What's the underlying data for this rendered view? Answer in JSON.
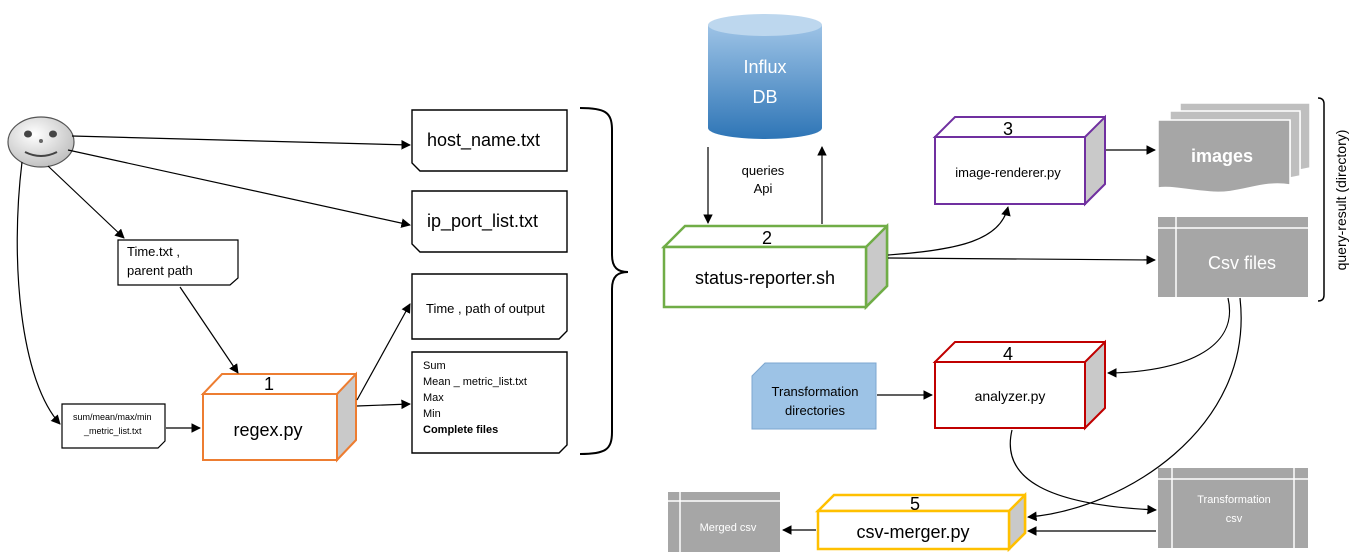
{
  "doc_nodes": {
    "host_name": "host_name.txt",
    "ip_port_list": "ip_port_list.txt",
    "time_parent_line1": "Time.txt ,",
    "time_parent_line2": "parent path",
    "metric_list_line1": "sum/mean/max/min",
    "metric_list_line2": "_metric_list.txt",
    "time_output": "Time , path of output",
    "complete_lines": [
      "Sum",
      "Mean  _ metric_list.txt",
      "Max",
      "Min"
    ],
    "complete_bold": "Complete files"
  },
  "process_nodes": {
    "regex": {
      "number": "1",
      "label": "regex.py",
      "color": "#ED7D31"
    },
    "status_reporter": {
      "number": "2",
      "label": "status-reporter.sh",
      "color": "#70AD47"
    },
    "image_renderer": {
      "number": "3",
      "label": "image-renderer.py",
      "color": "#7030A0"
    },
    "analyzer": {
      "number": "4",
      "label": "analyzer.py",
      "color": "#C00000"
    },
    "csv_merger": {
      "number": "5",
      "label": "csv-merger.py",
      "color": "#FFC000"
    }
  },
  "database": {
    "line1": "Influx",
    "line2": "DB"
  },
  "db_link": {
    "line1": "queries",
    "line2": "Api"
  },
  "outputs": {
    "images": "images",
    "csv_files": "Csv files",
    "transformation_csv_line1": "Transformation",
    "transformation_csv_line2": "csv",
    "merged_csv": "Merged csv"
  },
  "transformation_dirs": {
    "line1": "Transformation",
    "line2": "directories"
  },
  "bracket_label": "query-result (directory)",
  "colors": {
    "db_top": "#9DC3E6",
    "db_bottom": "#2E75B6",
    "output_gray": "#A6A6A6",
    "transformation_dirs_fill": "#9DC3E6",
    "box_side": "#C9C9C9"
  }
}
